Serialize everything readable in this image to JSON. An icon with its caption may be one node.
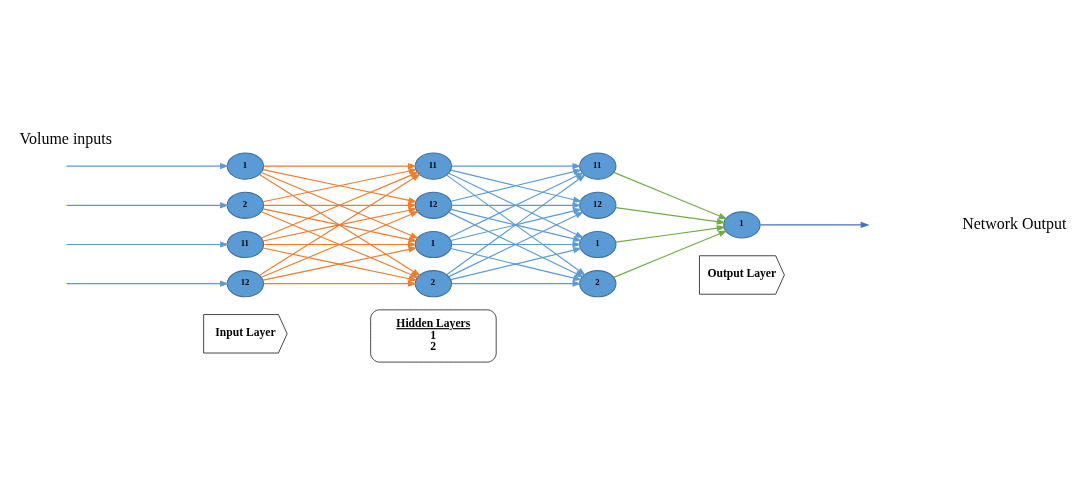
{
  "diagram": {
    "nodes": [
      {
        "text": [
          "Input Layer"
        ]
      },
      {
        "text": [
          "Hidden Layers",
          "1",
          "2"
        ]
      },
      {
        "text": [
          "Output Layer"
        ]
      },
      {
        "text": [
          "1"
        ]
      },
      {
        "text": [
          "2"
        ]
      },
      {
        "text": [
          "11"
        ]
      },
      {
        "text": [
          "12"
        ]
      },
      {
        "text": [
          "1"
        ]
      },
      {
        "text": [
          "2"
        ]
      },
      {
        "text": [
          "11"
        ]
      },
      {
        "text": [
          "12"
        ]
      },
      {
        "text": [
          "1"
        ]
      },
      {
        "text": [
          "2"
        ]
      },
      {
        "text": [
          "11"
        ]
      },
      {
        "text": [
          "12"
        ]
      },
      {
        "text": [
          "1"
        ]
      }
    ],
    "edges": [
      {
        "from": null,
        "to": 3,
        "arrow": "to"
      },
      {
        "from": null,
        "to": 4,
        "arrow": "to"
      },
      {
        "from": null,
        "to": 5,
        "arrow": "to"
      },
      {
        "from": null,
        "to": 6,
        "arrow": "to"
      },
      {
        "from": 3,
        "to": 7,
        "arrow": "to",
        "color": "#ed7d31"
      },
      {
        "from": 3,
        "to": 8,
        "arrow": "to",
        "color": "#ed7d31"
      },
      {
        "from": 3,
        "to": 9,
        "arrow": "to",
        "color": "#ed7d31"
      },
      {
        "from": 3,
        "to": 10,
        "arrow": "to",
        "color": "#ed7d31"
      },
      {
        "from": 4,
        "to": 7,
        "arrow": "to",
        "color": "#ed7d31"
      },
      {
        "from": 4,
        "to": 8,
        "arrow": "to",
        "color": "#ed7d31"
      },
      {
        "from": 4,
        "to": 9,
        "arrow": "to",
        "color": "#ed7d31"
      },
      {
        "from": 4,
        "to": 10,
        "arrow": "to",
        "color": "#ed7d31"
      },
      {
        "from": 5,
        "to": 7,
        "arrow": "to",
        "color": "#ed7d31"
      },
      {
        "from": 5,
        "to": 8,
        "arrow": "to",
        "color": "#ed7d31"
      },
      {
        "from": 5,
        "to": 9,
        "arrow": "to",
        "color": "#ed7d31"
      },
      {
        "from": 5,
        "to": 10,
        "arrow": "to",
        "color": "#ed7d31"
      },
      {
        "from": 6,
        "to": 7,
        "arrow": "to",
        "color": "#ed7d31"
      },
      {
        "from": 6,
        "to": 8,
        "arrow": "to",
        "color": "#ed7d31"
      },
      {
        "from": 6,
        "to": 9,
        "arrow": "to",
        "color": "#ed7d31"
      },
      {
        "from": 6,
        "to": 10,
        "arrow": "to",
        "color": "#ed7d31"
      },
      {
        "from": 7,
        "to": 11,
        "arrow": "to"
      },
      {
        "from": 7,
        "to": 12,
        "arrow": "to"
      },
      {
        "from": 7,
        "to": 13,
        "arrow": "to"
      },
      {
        "from": 7,
        "to": 14,
        "arrow": "to"
      },
      {
        "from": 8,
        "to": 11,
        "arrow": "to"
      },
      {
        "from": 8,
        "to": 12,
        "arrow": "to"
      },
      {
        "from": 8,
        "to": 13,
        "arrow": "to"
      },
      {
        "from": 8,
        "to": 14,
        "arrow": "to"
      },
      {
        "from": 9,
        "to": 11,
        "arrow": "to"
      },
      {
        "from": 9,
        "to": 12,
        "arrow": "to"
      },
      {
        "from": 9,
        "to": 13,
        "arrow": "to"
      },
      {
        "from": 9,
        "to": 14,
        "arrow": "to"
      },
      {
        "from": 10,
        "to": 11,
        "arrow": "to"
      },
      {
        "from": 10,
        "to": 12,
        "arrow": "to"
      },
      {
        "from": 10,
        "to": 13,
        "arrow": "to"
      },
      {
        "from": 10,
        "to": 14,
        "arrow": "to"
      },
      {
        "from": 11,
        "to": 15,
        "arrow": "to",
        "color": "#70ad47"
      },
      {
        "from": 12,
        "to": 15,
        "arrow": "to",
        "color": "#70ad47"
      },
      {
        "from": 13,
        "to": 15,
        "arrow": "to",
        "color": "#70ad47"
      },
      {
        "from": 14,
        "to": 15,
        "arrow": "to",
        "color": "#70ad47"
      },
      {
        "from": 15,
        "to": null,
        "arrow": "to",
        "color": "#4472c4"
      }
    ],
    "labels": [
      "Volume inputs",
      "Network Output"
    ]
  }
}
